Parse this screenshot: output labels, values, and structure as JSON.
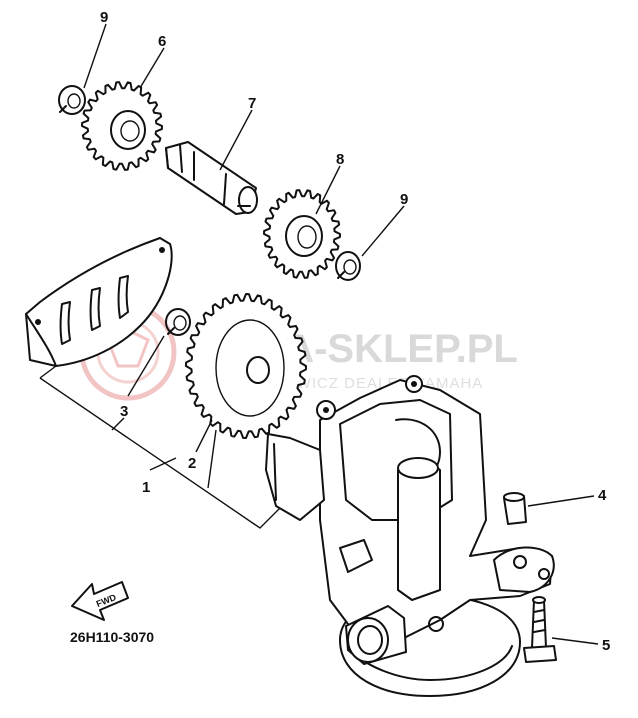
{
  "diagram": {
    "part_code": "26H110-3070",
    "direction_label": "FWD",
    "callouts": [
      {
        "id": "c1",
        "label": "1"
      },
      {
        "id": "c2",
        "label": "2"
      },
      {
        "id": "c3",
        "label": "3"
      },
      {
        "id": "c4",
        "label": "4"
      },
      {
        "id": "c5",
        "label": "5"
      },
      {
        "id": "c6",
        "label": "6"
      },
      {
        "id": "c7",
        "label": "7"
      },
      {
        "id": "c8",
        "label": "8"
      },
      {
        "id": "c9a",
        "label": "9"
      },
      {
        "id": "c9b",
        "label": "9"
      }
    ]
  },
  "watermark": {
    "title": "YAMA-SKLEP.PL",
    "subtitle": "WOJCIECHOWICZ DEALER YAMAHA",
    "logo_color": "#f2c4c4"
  }
}
